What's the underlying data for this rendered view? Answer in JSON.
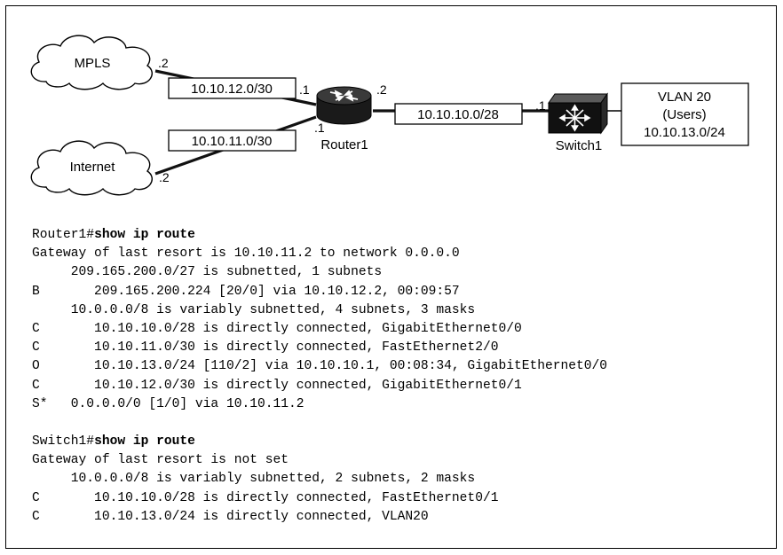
{
  "topology": {
    "clouds": {
      "mpls": {
        "label": "MPLS",
        "host_octet": ".2"
      },
      "internet": {
        "label": "Internet",
        "host_octet": ".2"
      }
    },
    "subnets": {
      "mpls_link": "10.10.12.0/30",
      "internet_link": "10.10.11.0/30",
      "router_switch_link": "10.10.10.0/28"
    },
    "router": {
      "label": "Router1",
      "mpls_octet": ".1",
      "internet_octet": ".1",
      "switch_octet": ".2"
    },
    "switch": {
      "label": "Switch1",
      "router_octet": ".1"
    },
    "vlan": {
      "line1": "VLAN 20",
      "line2": "(Users)",
      "line3": "10.10.13.0/24"
    }
  },
  "router_output": {
    "prompt": "Router1#",
    "command": "show ip route",
    "lines": [
      "Gateway of last resort is 10.10.11.2 to network 0.0.0.0",
      "     209.165.200.0/27 is subnetted, 1 subnets",
      "B       209.165.200.224 [20/0] via 10.10.12.2, 00:09:57",
      "     10.0.0.0/8 is variably subnetted, 4 subnets, 3 masks",
      "C       10.10.10.0/28 is directly connected, GigabitEthernet0/0",
      "C       10.10.11.0/30 is directly connected, FastEthernet2/0",
      "O       10.10.13.0/24 [110/2] via 10.10.10.1, 00:08:34, GigabitEthernet0/0",
      "C       10.10.12.0/30 is directly connected, GigabitEthernet0/1",
      "S*   0.0.0.0/0 [1/0] via 10.10.11.2"
    ]
  },
  "switch_output": {
    "prompt": "Switch1#",
    "command": "show ip route",
    "lines": [
      "Gateway of last resort is not set",
      "     10.0.0.0/8 is variably subnetted, 2 subnets, 2 masks",
      "C       10.10.10.0/28 is directly connected, FastEthernet0/1",
      "C       10.10.13.0/24 is directly connected, VLAN20"
    ]
  }
}
